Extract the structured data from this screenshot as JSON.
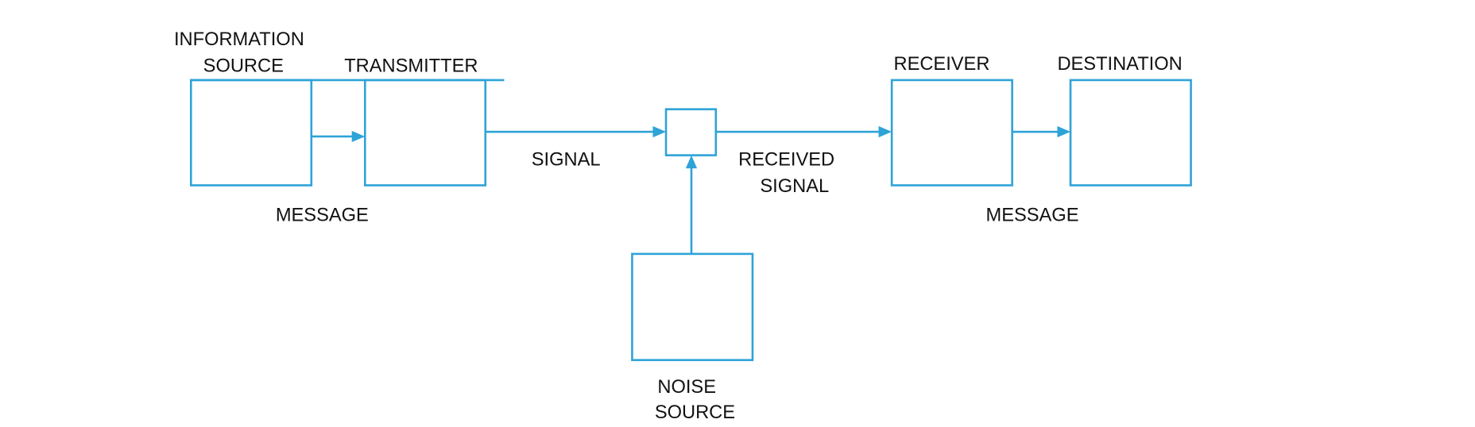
{
  "diagram": {
    "labels": {
      "info_source_line1": "INFORMATION",
      "info_source_line2": "SOURCE",
      "transmitter": "TRANSMITTER",
      "signal": "SIGNAL",
      "message_left": "MESSAGE",
      "received_line1": "RECEIVED",
      "received_line2": "SIGNAL",
      "receiver": "RECEIVER",
      "destination": "DESTINATION",
      "message_right": "MESSAGE",
      "noise_line1": "NOISE",
      "noise_line2": "SOURCE"
    },
    "line_color": "#2ea3d8"
  }
}
